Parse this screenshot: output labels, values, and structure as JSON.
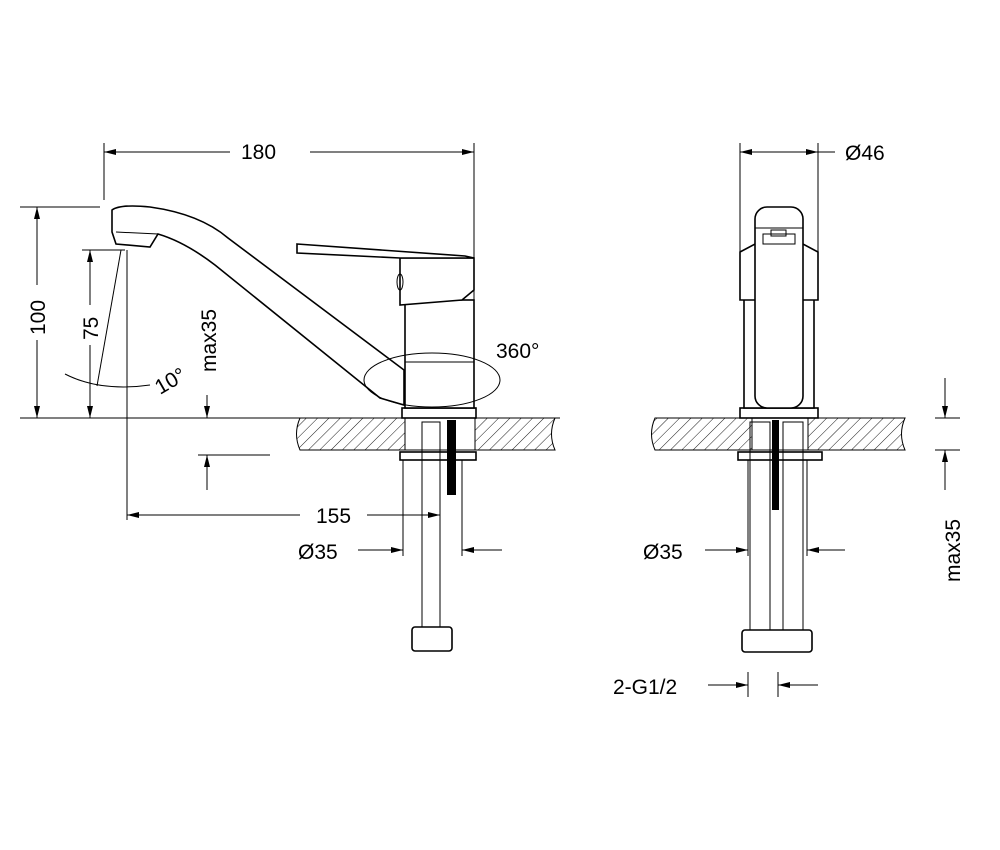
{
  "left_view": {
    "width_dim": "180",
    "height_dim": "100",
    "outlet_height_dim": "75",
    "angle_dim": "10°",
    "counter_thickness_dim": "max35",
    "rotation_dim": "360°",
    "reach_dim": "155",
    "hole_dim": "Ø35"
  },
  "right_view": {
    "body_diameter_dim": "Ø46",
    "hole_dim": "Ø35",
    "counter_thickness_dim": "max35",
    "connection_dim": "2-G1/2"
  },
  "colors": {
    "line": "#000000",
    "background": "#ffffff"
  }
}
